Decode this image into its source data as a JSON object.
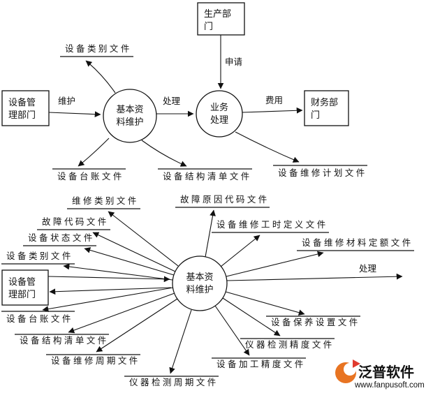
{
  "top_diagram": {
    "entities": {
      "production": {
        "line1": "生产部",
        "line2": "门"
      },
      "equipment": {
        "line1": "设备管",
        "line2": "理部门"
      },
      "finance": {
        "line1": "财务部",
        "line2": "门"
      }
    },
    "processes": {
      "basic_maintain": {
        "line1": "基本资",
        "line2": "料维护"
      },
      "business": {
        "line1": "业务",
        "line2": "处理"
      }
    },
    "flows": {
      "apply": "申请",
      "maintain": "维护",
      "process": "处理",
      "cost": "费用"
    },
    "stores": {
      "category": "设 备 类 别 文 件",
      "ledger": "设 备 台 账 文 件",
      "structure": "设 备 结 构 清 单 文 件",
      "plan": "设 备 维 修 计 划 文 件"
    }
  },
  "bottom_diagram": {
    "entity_equipment": {
      "line1": "设备管",
      "line2": "理部门"
    },
    "process_basic_maintain": {
      "line1": "基本资",
      "line2": "料维护"
    },
    "flow_process": "处理",
    "stores": {
      "repair_category": "维 修 类 别 文 件",
      "fault_reason_code": "故 障 原 因 代 码 文 件",
      "fault_code": "故 障 代 码 文 件",
      "repair_hour_define": "设 备 维 修 工 时 定 义 文 件",
      "status": "设 备 状 态 文 件",
      "repair_material_quota": "设 备 维 修 材 料 定 额 文 件",
      "category": "设 备 类 别 文 件",
      "ledger": "设 备 台 账 文 件",
      "upkeep_setting": "设 备 保 养 设 置 文 件",
      "structure": "设 备 结 构 清 单 文 件",
      "instrument_precision": "仪 器 检 测 精 度 文 件",
      "repair_cycle": "设 备 维 修 周 期 文 件",
      "process_precision": "设 备 加 工 精 度 文 件",
      "instrument_cycle": "仪 器 检 测 周 期 文 件"
    }
  },
  "watermark": {
    "brand": "泛普软件",
    "url": "www.fanpusoft.com",
    "brand_color": "#e87422",
    "url_color": "#e03a2f"
  },
  "colors": {
    "line": "#111111",
    "background": "#ffffff"
  }
}
